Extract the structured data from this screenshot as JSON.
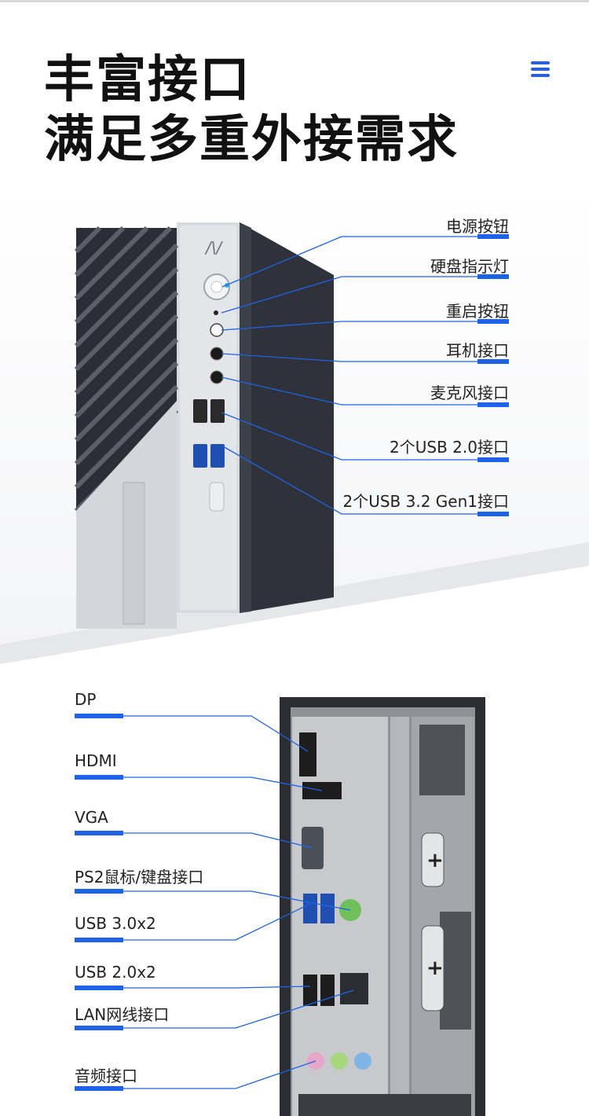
{
  "header": {
    "title_line1": "丰富接口",
    "title_line2": "满足多重外接需求"
  },
  "front_labels": [
    "电源按钮",
    "硬盘指示灯",
    "重启按钮",
    "耳机接口",
    "麦克风接口",
    "2个USB 2.0接口",
    "2个USB 3.2 Gen1接口"
  ],
  "rear_labels": [
    "DP",
    "HDMI",
    "VGA",
    "PS2鼠标/键盘接口",
    "USB 3.0x2",
    "USB 2.0x2",
    "LAN网线接口",
    "音频接口"
  ],
  "colors": {
    "accent": "#1d63e6",
    "menu": "#2a5fd8",
    "chassis_dark": "#2a2d35",
    "chassis_silver": "#d9dbe0"
  },
  "icons": {
    "menu": "hamburger-menu-icon"
  }
}
